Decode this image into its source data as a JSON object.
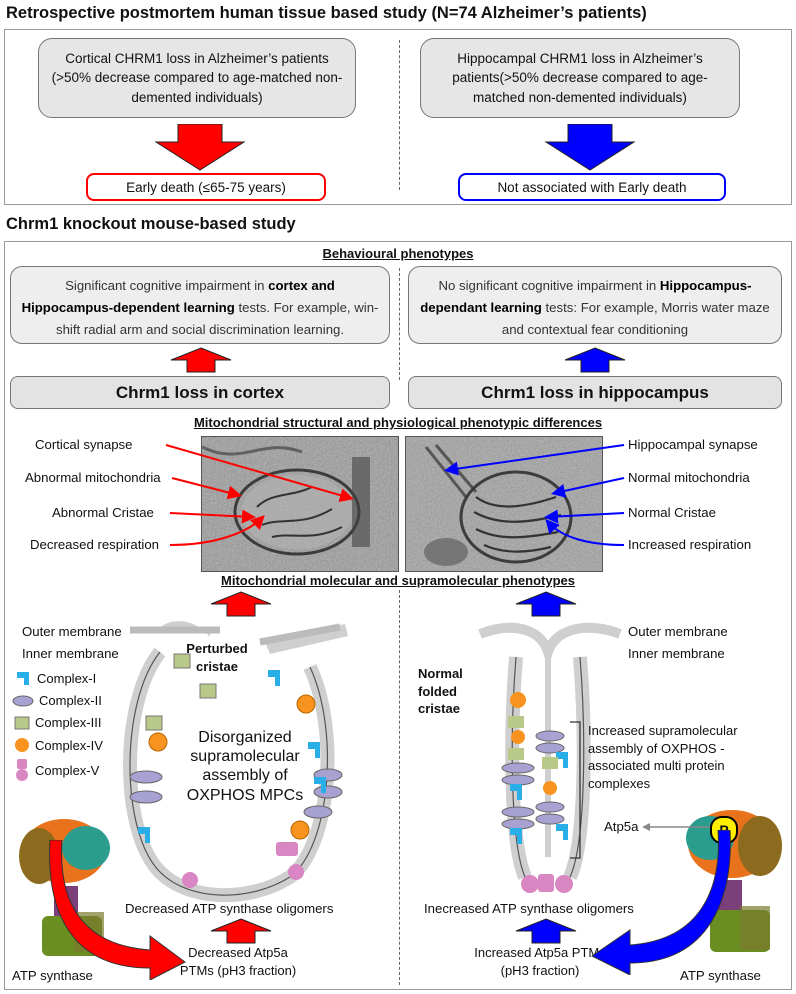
{
  "header1": "Retrospective postmortem human tissue based study (N=74 Alzheimer’s patients)",
  "header2": "Chrm1 knockout mouse-based study",
  "human": {
    "left_box": "Cortical CHRM1 loss in Alzheimer’s patients (>50% decrease compared to age-matched non-demented individuals)",
    "left_outcome": "Early death (≤65-75 years)",
    "right_box": "Hippocampal CHRM1 loss in Alzheimer’s patients(>50% decrease compared to age-matched non-demented individuals)",
    "right_outcome": "Not associated with Early death"
  },
  "mouse": {
    "behav_title": "Behavioural phenotypes",
    "left_behav_pre": "Significant cognitive impairment in ",
    "left_behav_bold": "cortex and Hippocampus-dependent learning",
    "left_behav_post": " tests. For example, win-shift radial arm and social discrimination learning.",
    "right_behav_pre": "No significant cognitive impairment in ",
    "right_behav_bold": "Hippocampus-dependant learning",
    "right_behav_post": " tests: For example, Morris water maze and contextual fear conditioning",
    "left_loss": "Chrm1 loss in cortex",
    "right_loss": "Chrm1 loss in hippocampus",
    "mito_title": "Mitochondrial structural and physiological phenotypic differences",
    "left_labels": [
      "Cortical synapse",
      "Abnormal mitochondria",
      "Abnormal Cristae",
      "Decreased respiration"
    ],
    "right_labels": [
      "Hippocampal synapse",
      "Normal mitochondria",
      "Normal Cristae",
      "Increased respiration"
    ],
    "mol_title": "Mitochondrial molecular and supramolecular phenotypes",
    "outer_membrane": "Outer membrane",
    "inner_membrane": "Inner membrane",
    "perturbed": "Perturbed cristae",
    "normal_folded": "Normal folded cristae",
    "legend": [
      "Complex-I",
      "Complex-II",
      "Complex-III",
      "Complex-IV",
      "Complex-V"
    ],
    "disorganized": "Disorganized supramolecular assembly of OXPHOS MPCs",
    "increased_assembly": "Increased supramolecular assembly of OXPHOS -associated multi protein complexes",
    "left_oligomers": "Decreased ATP synthase  oligomers",
    "right_oligomers": "Inecreased ATP synthase oligomers",
    "left_ptm": "Decreased Atp5a PTMs (pH3 fraction)",
    "right_ptm": "Increased Atp5a PTMs (pH3 fraction)",
    "atp_synthase": "ATP synthase",
    "atp5a": "Atp5a",
    "p_marker": "P"
  },
  "colors": {
    "red": "#ff0000",
    "blue": "#0000ff",
    "complex_I": "#29aee8",
    "complex_II": "#a7a2d2",
    "complex_III": "#b9c98a",
    "complex_IV": "#f7931e",
    "complex_V": "#d987c2"
  }
}
